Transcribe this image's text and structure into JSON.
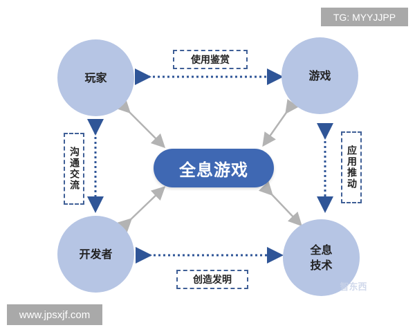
{
  "nodes": {
    "player": "玩家",
    "game": "游戏",
    "developer": "开发者",
    "tech": "全息\n技术",
    "center": "全息游戏"
  },
  "edges": {
    "top": "使用鉴赏",
    "bottom": "创造发明",
    "left": "沟通交流",
    "right": "应用推动"
  },
  "watermarks": {
    "top_right": "TG: MYYJJPP",
    "bottom_left": "www.jpsxjf.com",
    "logo_stamp": "智东西"
  },
  "colors": {
    "circle_fill": "#b6c5e4",
    "center_fill": "#3f68b3",
    "dashed_border": "#3f5f96",
    "dotted_arrow": "#2f5597",
    "gray_arrow": "#b3b3b3"
  }
}
